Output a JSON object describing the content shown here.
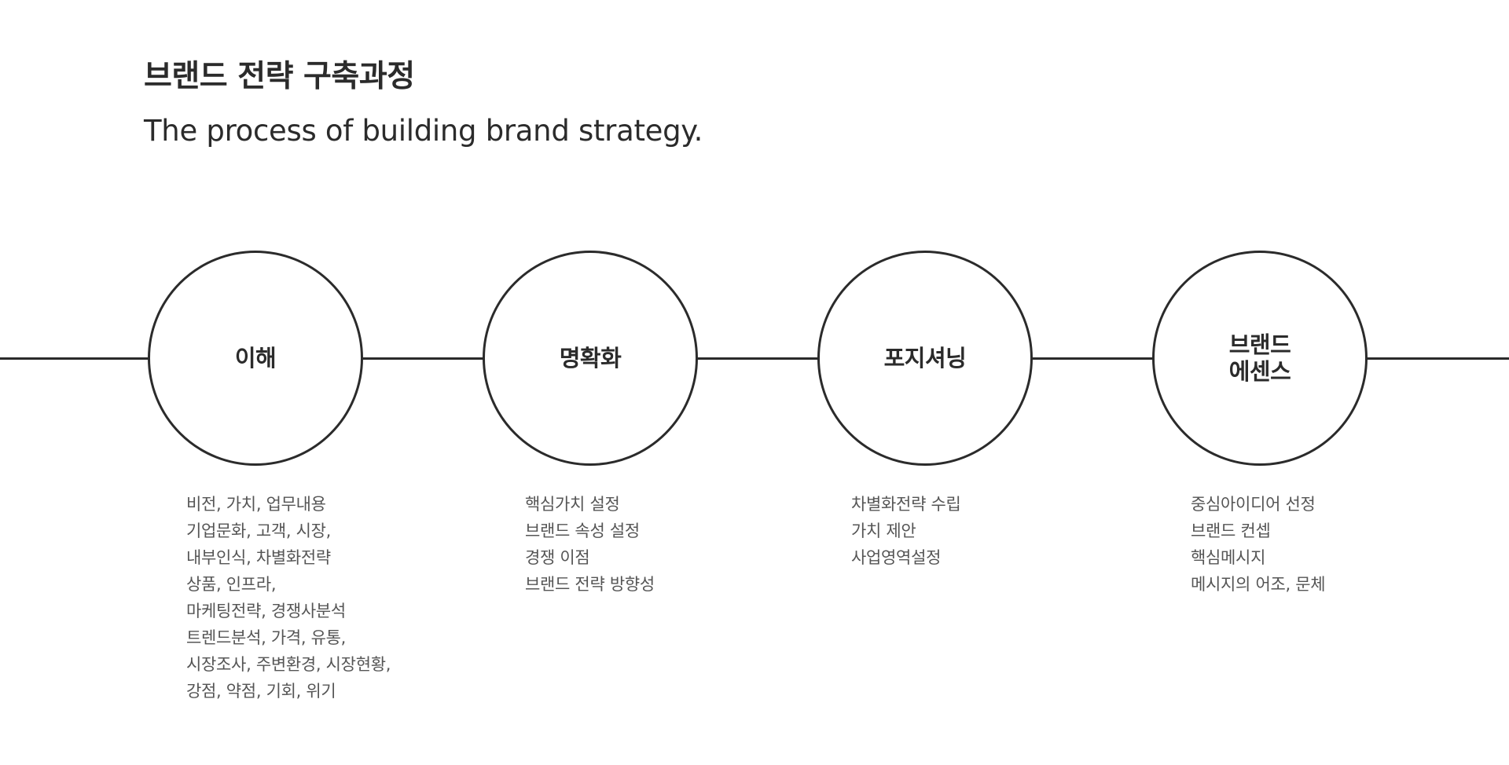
{
  "header": {
    "title": "브랜드 전략 구축과정",
    "subtitle": "The process of building brand strategy."
  },
  "stages": [
    {
      "title": "이해",
      "items": [
        "비전, 가치, 업무내용",
        "기업문화, 고객, 시장,",
        "내부인식, 차별화전략",
        "상품, 인프라,",
        "마케팅전략, 경쟁사분석",
        "트렌드분석, 가격, 유통,",
        "시장조사, 주변환경, 시장현황,",
        "강점, 약점, 기회, 위기"
      ]
    },
    {
      "title": "명확화",
      "items": [
        "핵심가치 설정",
        "브랜드 속성 설정",
        "경쟁 이점",
        "브랜드 전략 방향성"
      ]
    },
    {
      "title": "포지셔닝",
      "items": [
        "차별화전략 수립",
        "가치 제안",
        "사업영역설정"
      ]
    },
    {
      "title": "브랜드\n에센스",
      "items": [
        "중심아이디어 선정",
        "브랜드 컨셉",
        "핵심메시지",
        "메시지의 어조, 문체"
      ]
    }
  ],
  "colors": {
    "line": "#2b2b2b",
    "text": "#2b2b2b",
    "muted_text": "#555555",
    "background": "#ffffff"
  }
}
